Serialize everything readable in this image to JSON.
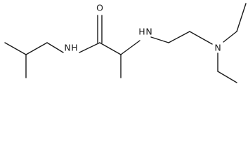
{
  "molecule": {
    "atoms": {
      "oxygen": "O",
      "amide_n": "N",
      "amide_h": "H",
      "amine_n": "N",
      "amine_h": "H",
      "tertiary_n": "N"
    }
  }
}
